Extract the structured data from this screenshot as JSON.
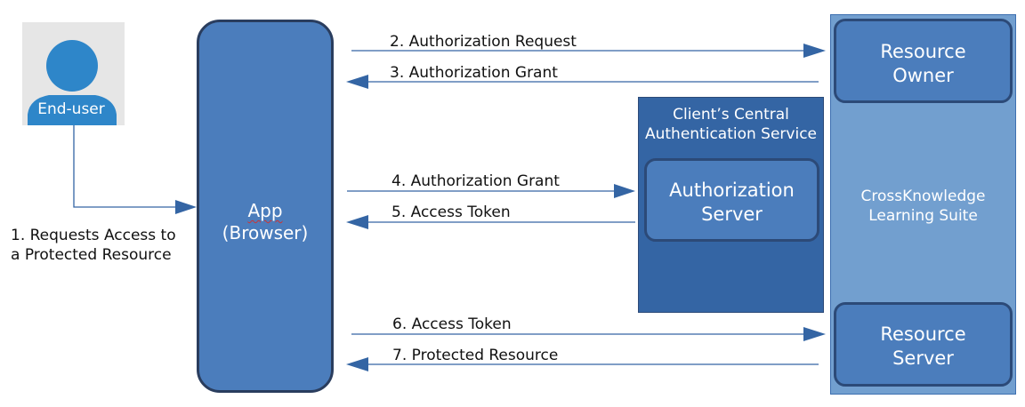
{
  "actors": {
    "end_user": {
      "label": "End-user"
    },
    "app": {
      "line1": "App",
      "line2": "(Browser)"
    },
    "central_auth": {
      "line1": "Client’s Central",
      "line2": "Authentication Service"
    },
    "authorization_server": {
      "line1": "Authorization",
      "line2": "Server"
    },
    "suite": {
      "line1": "CrossKnowledge",
      "line2": "Learning Suite"
    },
    "resource_owner": {
      "line1": "Resource",
      "line2": "Owner"
    },
    "resource_server": {
      "line1": "Resource",
      "line2": "Server"
    }
  },
  "steps": {
    "s1": {
      "line1": "1. Requests Access to",
      "line2": "a Protected Resource"
    },
    "s2": "2. Authorization Request",
    "s3": "3. Authorization Grant",
    "s4": "4. Authorization Grant",
    "s5": "5. Access Token",
    "s6": "6. Access Token",
    "s7": "7. Protected Resource"
  },
  "colors": {
    "app_fill": "#4b7dbc",
    "app_border": "#2a3d5e",
    "suite_fill": "#729fcf",
    "suite_border": "#3d6fb0",
    "central_fill": "#3465a4",
    "inner_box_fill": "#4b7dbc",
    "inner_box_border": "#2c4a78",
    "arrow": "#3465a4",
    "user_bg": "#e6e6e6",
    "user_icon": "#2e86c9"
  }
}
